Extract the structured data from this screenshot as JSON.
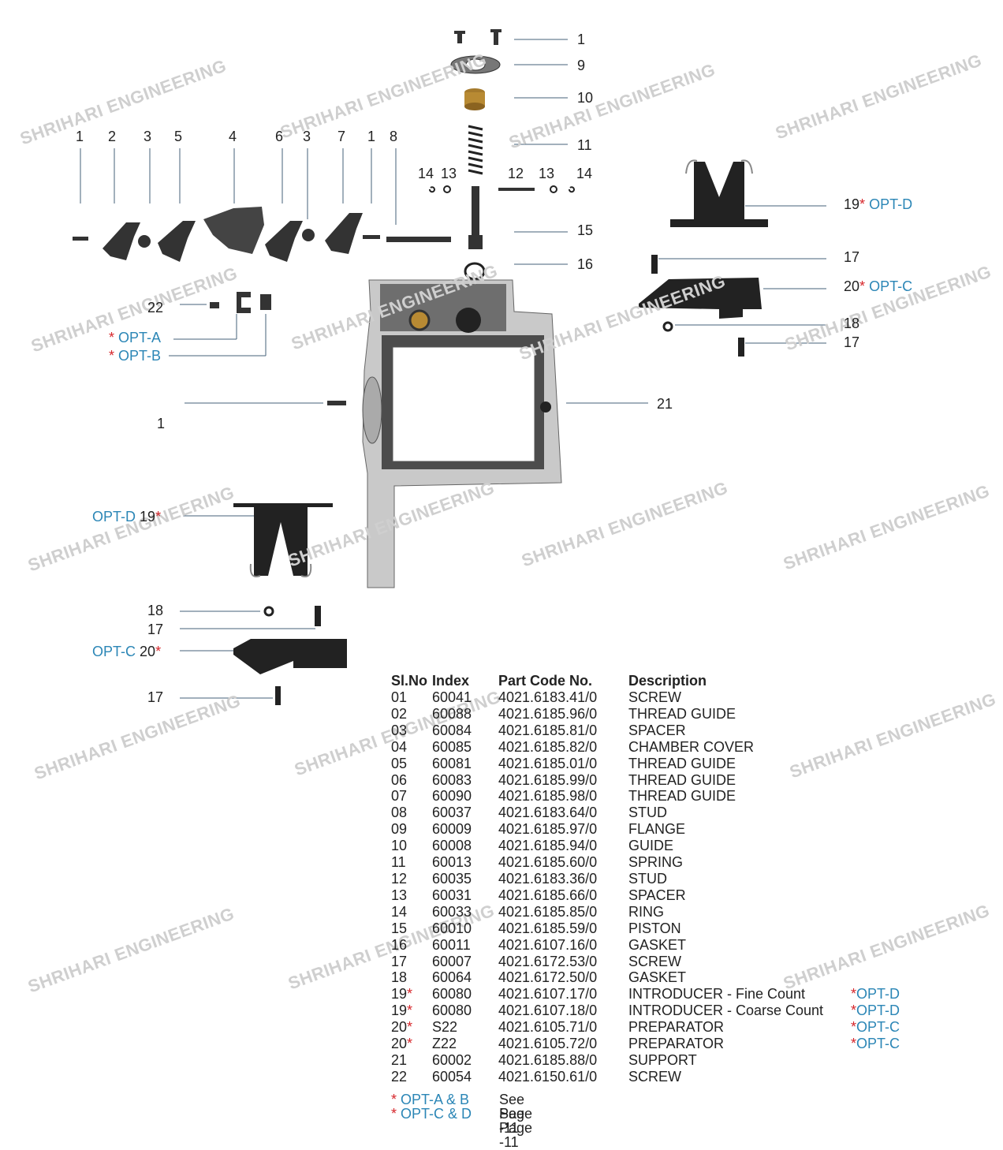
{
  "watermark": "SHRIHARI ENGINEERING",
  "colors": {
    "option_blue": "#2b86b6",
    "asterisk_red": "#d6262b"
  },
  "diagram": {
    "top_callouts": [
      "1",
      "9",
      "10",
      "11"
    ],
    "top_row_numbers": [
      "1",
      "2",
      "3",
      "5",
      "4",
      "6",
      "3",
      "7",
      "1",
      "8"
    ],
    "small_numbers": [
      "14",
      "13",
      "12",
      "13",
      "14"
    ],
    "mid_callouts": [
      "15",
      "16"
    ],
    "right_callouts": {
      "c19": "19",
      "c17a": "17",
      "c20": "20",
      "c18": "18",
      "c17b": "17",
      "c21": "21"
    },
    "left_callouts": {
      "c22": "22",
      "c1": "1",
      "c19": "19",
      "c18": "18",
      "c17a": "17",
      "c20": "20",
      "c17b": "17"
    },
    "opt_a": "OPT-A",
    "opt_b": "OPT-B",
    "opt_c": "OPT-C",
    "opt_d": "OPT-D",
    "asterisk": "*"
  },
  "table": {
    "headers": [
      "Sl.No",
      "Index",
      "Part Code No.",
      "Description"
    ],
    "rows": [
      {
        "sl": "01",
        "star": "",
        "index": "60041",
        "code": "4021.6183.41/0",
        "desc": "SCREW",
        "opt": ""
      },
      {
        "sl": "02",
        "star": "",
        "index": "60088",
        "code": "4021.6185.96/0",
        "desc": "THREAD GUIDE",
        "opt": ""
      },
      {
        "sl": "03",
        "star": "",
        "index": "60084",
        "code": "4021.6185.81/0",
        "desc": "SPACER",
        "opt": ""
      },
      {
        "sl": "04",
        "star": "",
        "index": "60085",
        "code": "4021.6185.82/0",
        "desc": "CHAMBER COVER",
        "opt": ""
      },
      {
        "sl": "05",
        "star": "",
        "index": "60081",
        "code": "4021.6185.01/0",
        "desc": "THREAD GUIDE",
        "opt": ""
      },
      {
        "sl": "06",
        "star": "",
        "index": "60083",
        "code": "4021.6185.99/0",
        "desc": "THREAD  GUIDE",
        "opt": ""
      },
      {
        "sl": "07",
        "star": "",
        "index": "60090",
        "code": "4021.6185.98/0",
        "desc": "THREAD GUIDE",
        "opt": ""
      },
      {
        "sl": "08",
        "star": "",
        "index": "60037",
        "code": "4021.6183.64/0",
        "desc": "STUD",
        "opt": ""
      },
      {
        "sl": "09",
        "star": "",
        "index": "60009",
        "code": "4021.6185.97/0",
        "desc": "FLANGE",
        "opt": ""
      },
      {
        "sl": "10",
        "star": "",
        "index": "60008",
        "code": "4021.6185.94/0",
        "desc": "GUIDE",
        "opt": ""
      },
      {
        "sl": "11",
        "star": "",
        "index": "60013",
        "code": "4021.6185.60/0",
        "desc": "SPRING",
        "opt": ""
      },
      {
        "sl": "12",
        "star": "",
        "index": "60035",
        "code": "4021.6183.36/0",
        "desc": "STUD",
        "opt": ""
      },
      {
        "sl": "13",
        "star": "",
        "index": "60031",
        "code": "4021.6185.66/0",
        "desc": "SPACER",
        "opt": ""
      },
      {
        "sl": "14",
        "star": "",
        "index": "60033",
        "code": "4021.6185.85/0",
        "desc": "RING",
        "opt": ""
      },
      {
        "sl": "15",
        "star": "",
        "index": "60010",
        "code": "4021.6185.59/0",
        "desc": "PISTON",
        "opt": ""
      },
      {
        "sl": "16",
        "star": "",
        "index": "60011",
        "code": "4021.6107.16/0",
        "desc": "GASKET",
        "opt": ""
      },
      {
        "sl": "17",
        "star": "",
        "index": "60007",
        "code": "4021.6172.53/0",
        "desc": "SCREW",
        "opt": ""
      },
      {
        "sl": "18",
        "star": "",
        "index": "60064",
        "code": "4021.6172.50/0",
        "desc": "GASKET",
        "opt": ""
      },
      {
        "sl": "19",
        "star": "*",
        "index": "60080",
        "code": "4021.6107.17/0",
        "desc": "INTRODUCER - Fine Count",
        "opt": "OPT-D"
      },
      {
        "sl": "19",
        "star": "*",
        "index": "60080",
        "code": "4021.6107.18/0",
        "desc": "INTRODUCER - Coarse Count",
        "opt": "OPT-D"
      },
      {
        "sl": "20",
        "star": "*",
        "index": "S22",
        "code": "4021.6105.71/0",
        "desc": "PREPARATOR",
        "opt": "OPT-C"
      },
      {
        "sl": "20",
        "star": "*",
        "index": "Z22",
        "code": "4021.6105.72/0",
        "desc": "PREPARATOR",
        "opt": "OPT-C"
      },
      {
        "sl": "21",
        "star": "",
        "index": "60002",
        "code": "4021.6185.88/0",
        "desc": "SUPPORT",
        "opt": ""
      },
      {
        "sl": "22",
        "star": "",
        "index": "60054",
        "code": "4021.6150.61/0",
        "desc": "SCREW",
        "opt": ""
      }
    ]
  },
  "footnotes": [
    {
      "star": "*",
      "opt": "OPT-A & B",
      "see": "See Page -11"
    },
    {
      "star": "*",
      "opt": "OPT-C & D",
      "see": "See Page -11"
    }
  ]
}
